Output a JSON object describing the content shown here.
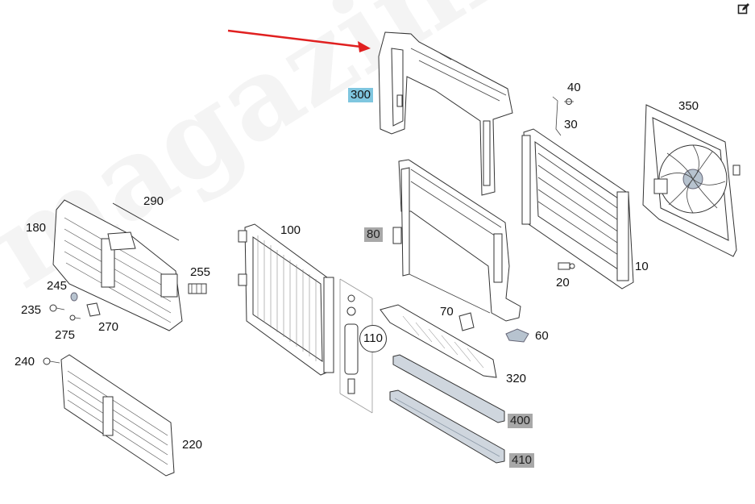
{
  "watermark": "magazinmercedes.ru",
  "parts": [
    {
      "key": "300",
      "label": "300",
      "highlight": "blue"
    },
    {
      "key": "40",
      "label": "40",
      "highlight": "none"
    },
    {
      "key": "30",
      "label": "30",
      "highlight": "none"
    },
    {
      "key": "350",
      "label": "350",
      "highlight": "none"
    },
    {
      "key": "290",
      "label": "290",
      "highlight": "none"
    },
    {
      "key": "180",
      "label": "180",
      "highlight": "none"
    },
    {
      "key": "100",
      "label": "100",
      "highlight": "none"
    },
    {
      "key": "80",
      "label": "80",
      "highlight": "gray"
    },
    {
      "key": "255",
      "label": "255",
      "highlight": "none"
    },
    {
      "key": "10",
      "label": "10",
      "highlight": "none"
    },
    {
      "key": "20",
      "label": "20",
      "highlight": "none"
    },
    {
      "key": "245",
      "label": "245",
      "highlight": "none"
    },
    {
      "key": "235",
      "label": "235",
      "highlight": "none"
    },
    {
      "key": "270",
      "label": "270",
      "highlight": "none"
    },
    {
      "key": "275",
      "label": "275",
      "highlight": "none"
    },
    {
      "key": "70",
      "label": "70",
      "highlight": "none"
    },
    {
      "key": "60",
      "label": "60",
      "highlight": "none"
    },
    {
      "key": "110",
      "label": "110",
      "highlight": "circle"
    },
    {
      "key": "240",
      "label": "240",
      "highlight": "none"
    },
    {
      "key": "320",
      "label": "320",
      "highlight": "none"
    },
    {
      "key": "400",
      "label": "400",
      "highlight": "gray"
    },
    {
      "key": "410",
      "label": "410",
      "highlight": "gray"
    },
    {
      "key": "220",
      "label": "220",
      "highlight": "none"
    }
  ],
  "icons": {
    "edit": "edit-icon",
    "arrow": "pointer-arrow-icon"
  },
  "colors": {
    "highlight_blue": "#7fc6df",
    "highlight_gray": "#a8a8a8",
    "arrow": "#e02020"
  }
}
